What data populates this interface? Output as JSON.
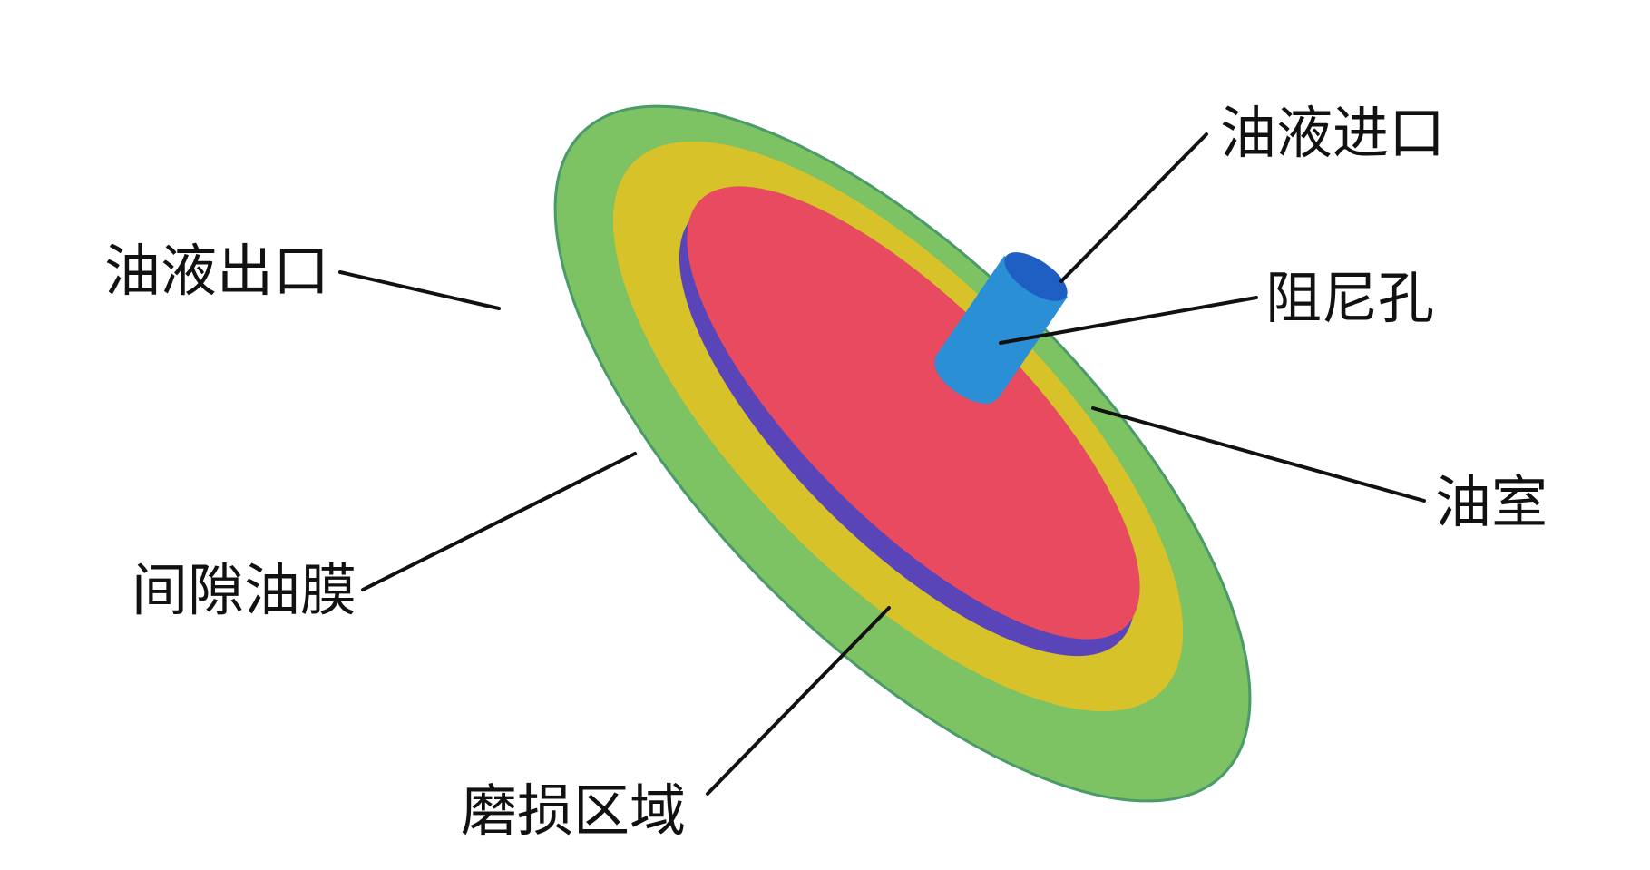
{
  "labels": {
    "oil_inlet": "油液进口",
    "oil_outlet": "油液出口",
    "damping_hole": "阻尼孔",
    "oil_chamber": "油室",
    "gap_oil_film": "间隙油膜",
    "wear_region": "磨损区域"
  },
  "colors": {
    "outer_film": "#7dc263",
    "wear_region": "#d8c22a",
    "chamber_side": "#5a45b8",
    "chamber_top": "#e84a5f",
    "hole_body": "#2b8fd6",
    "hole_top": "#1f5fc4",
    "line": "#111111",
    "background": "#ffffff"
  }
}
